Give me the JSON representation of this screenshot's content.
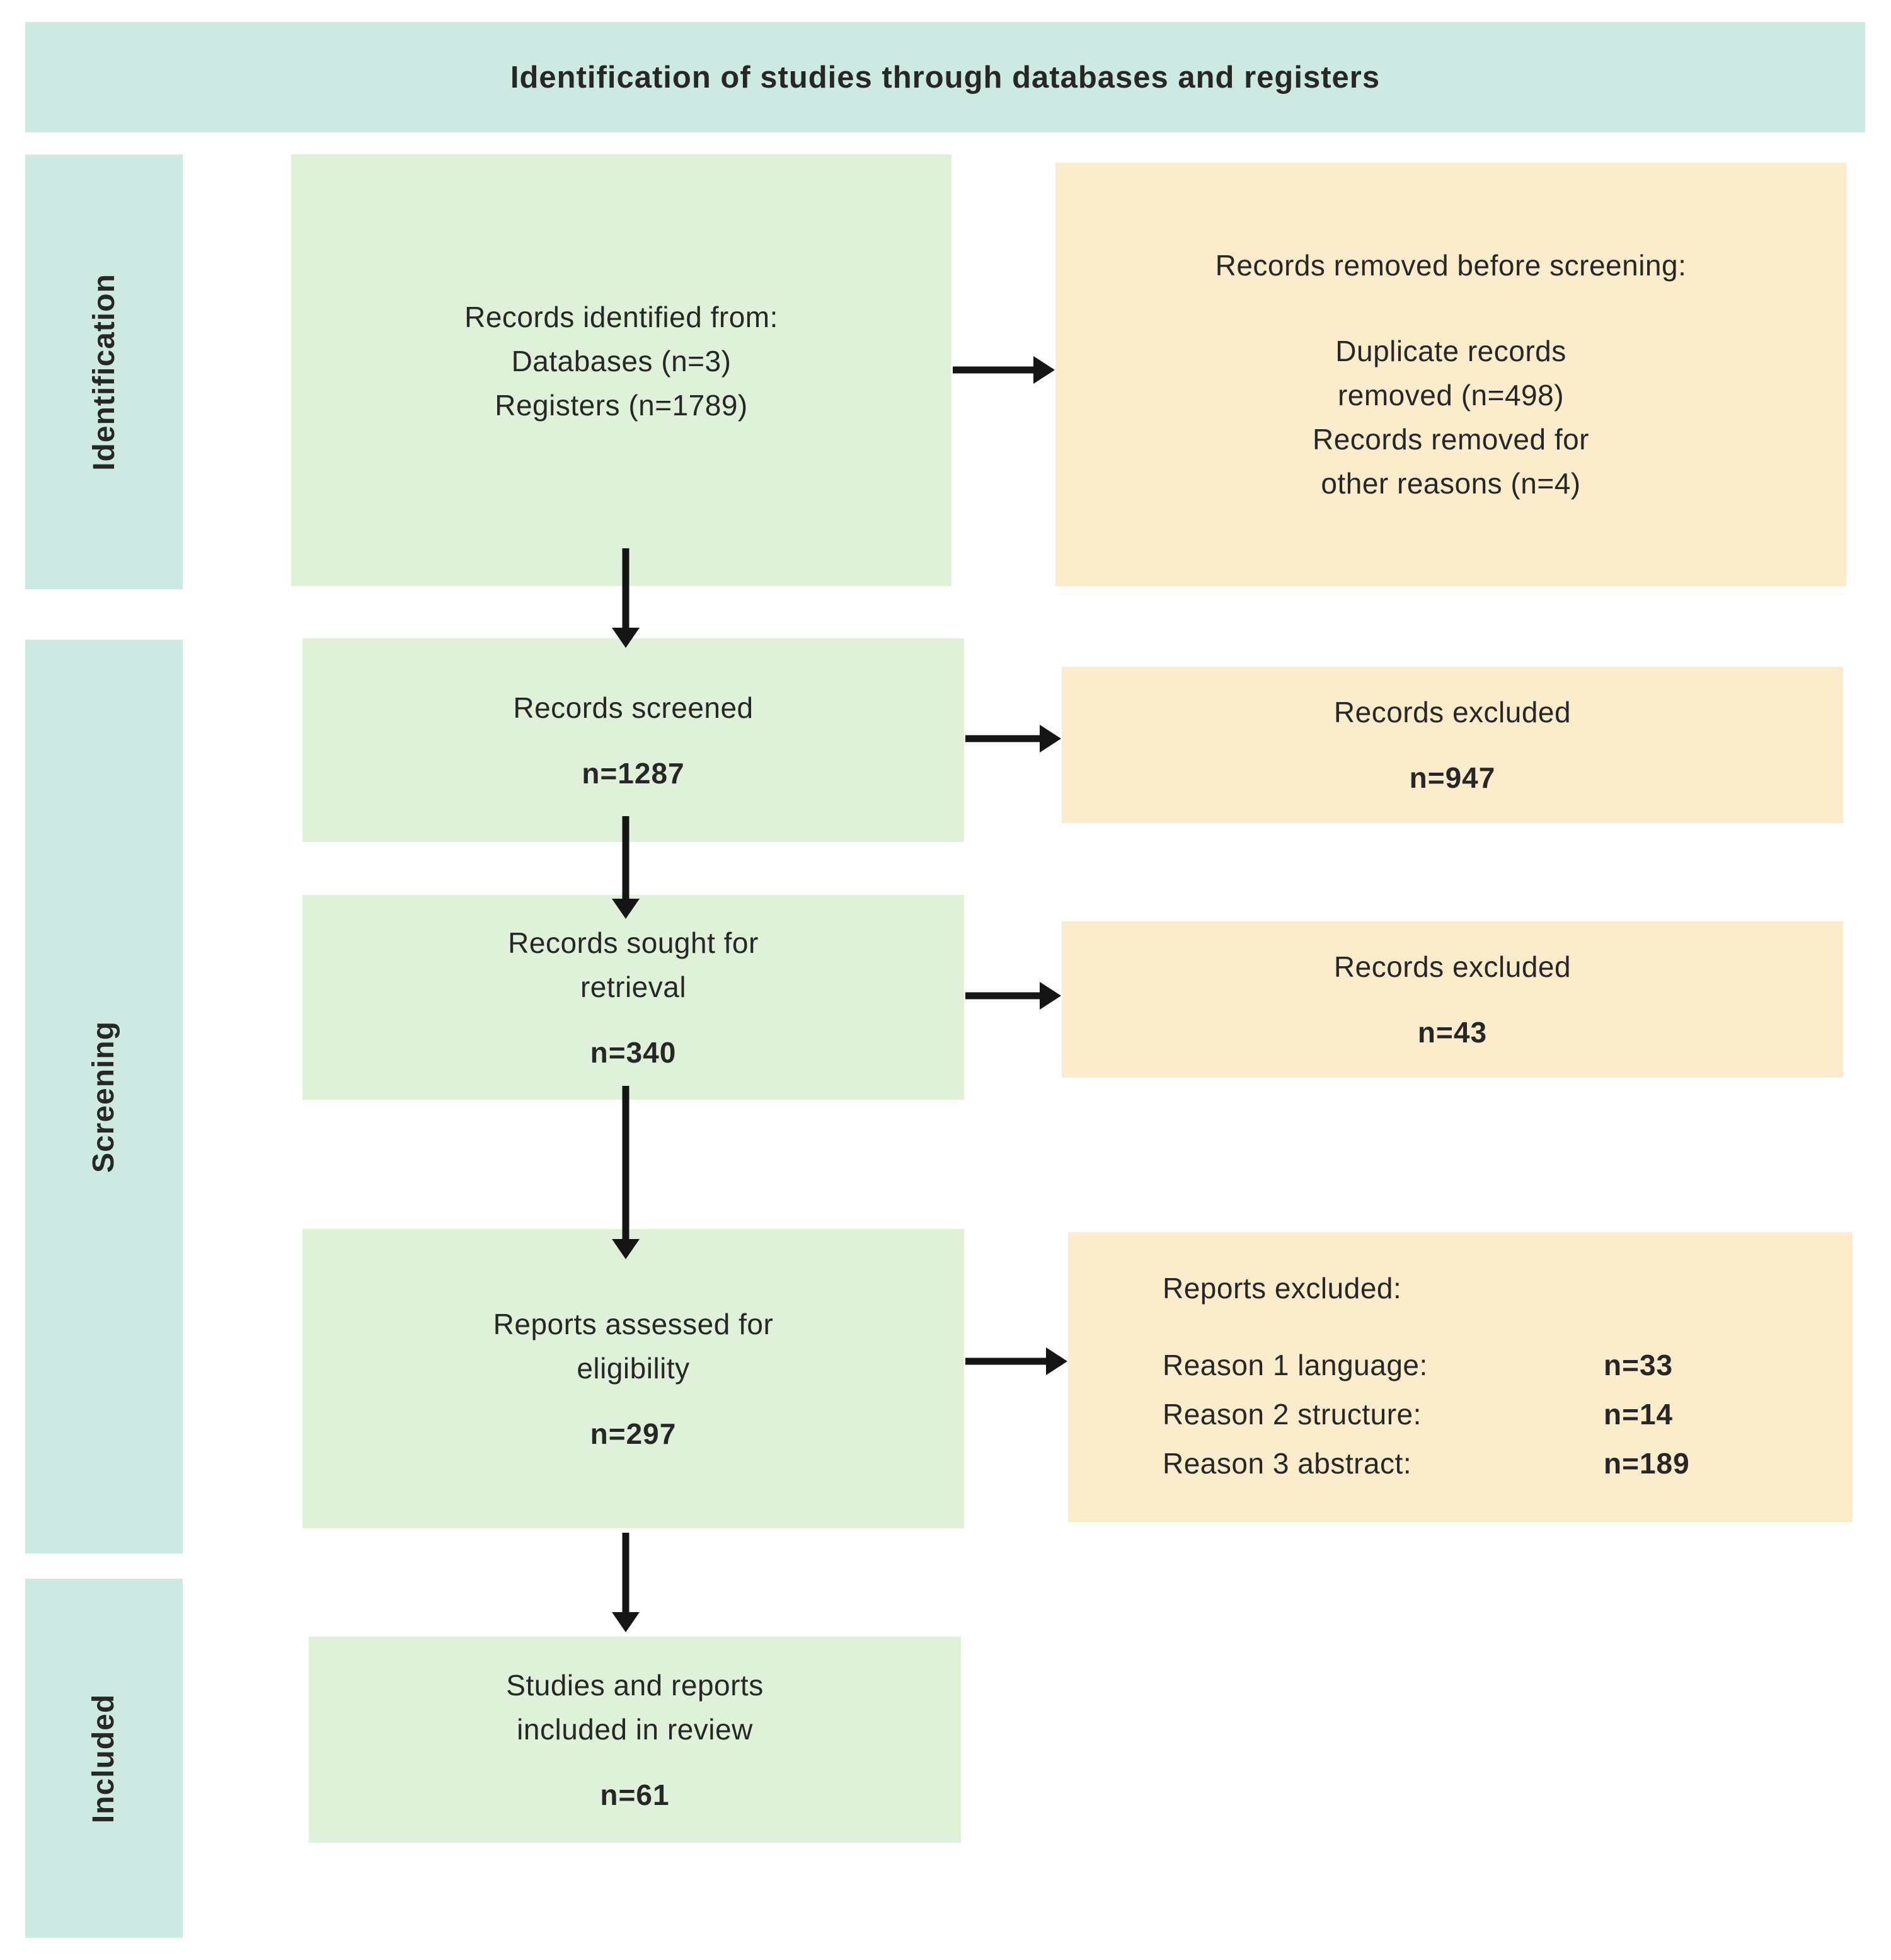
{
  "colors": {
    "teal": "#cdeae2",
    "green": "#dff1d8",
    "orange": "#fbeccc",
    "text": "#272727",
    "arrow": "#151515",
    "background": "#ffffff"
  },
  "header": {
    "title": "Identification of studies through databases and registers"
  },
  "stages": {
    "identification": "Identification",
    "screening": "Screening",
    "included": "Included"
  },
  "boxes": {
    "records_identified": {
      "lines": [
        "Records identified from:",
        "Databases (n=3)",
        "Registers (n=1789)"
      ]
    },
    "records_removed": {
      "heading": "Records removed before screening:",
      "lines": [
        "Duplicate records",
        "removed (n=498)",
        "Records removed for",
        "other reasons (n=4)"
      ]
    },
    "records_screened": {
      "label": "Records screened",
      "count": "n=1287"
    },
    "records_excluded_screening": {
      "label": "Records excluded",
      "count": "n=947"
    },
    "records_sought": {
      "lines": [
        "Records sought for",
        "retrieval"
      ],
      "count": "n=340"
    },
    "records_excluded_retrieval": {
      "label": "Records excluded",
      "count": "n=43"
    },
    "reports_assessed": {
      "lines": [
        "Reports assessed for",
        "eligibility"
      ],
      "count": "n=297"
    },
    "reports_excluded": {
      "heading": "Reports excluded:",
      "reasons": [
        {
          "label": "Reason 1 language:",
          "count": "n=33"
        },
        {
          "label": "Reason 2 structure:",
          "count": "n=14"
        },
        {
          "label": "Reason 3 abstract:",
          "count": "n=189"
        }
      ]
    },
    "studies_included": {
      "lines": [
        "Studies and reports",
        "included in review"
      ],
      "count": "n=61"
    }
  }
}
